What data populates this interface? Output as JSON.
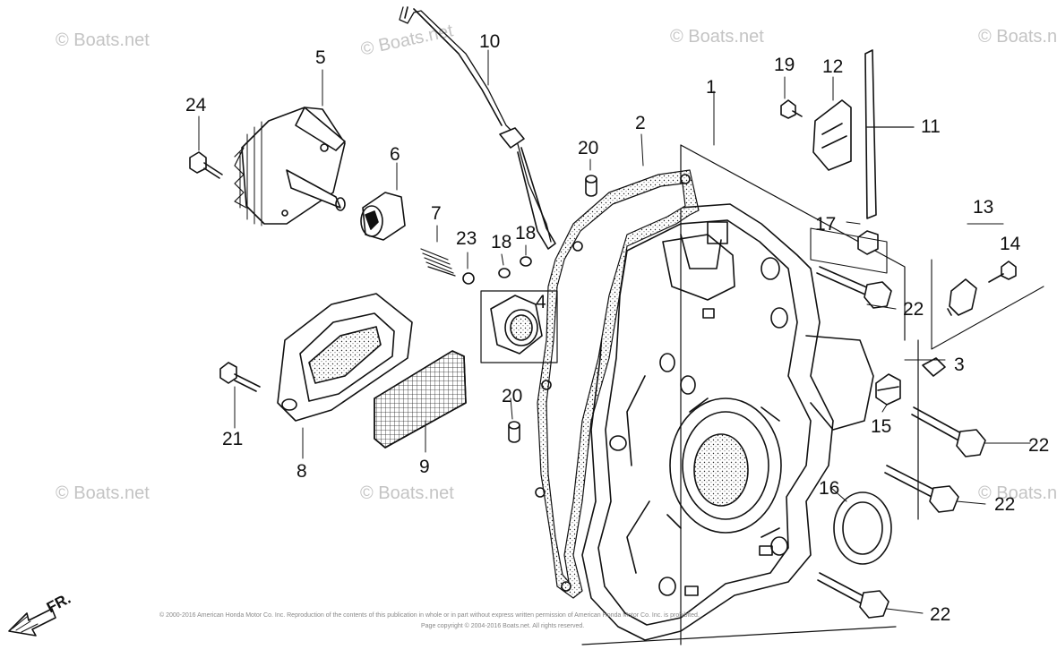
{
  "watermark": "© Boats.net",
  "direction_label": "FR.",
  "copyright": {
    "line1": "© 2000-2016 American Honda Motor Co. Inc. Reproduction of the contents of this publication in whole or in part without express written permission of American Honda Motor Co. Inc. is prohibited.",
    "line2": "Page copyright © 2004-2016 Boats.net. All rights reserved."
  },
  "callouts": [
    "1",
    "2",
    "3",
    "4",
    "5",
    "6",
    "7",
    "8",
    "9",
    "10",
    "11",
    "12",
    "13",
    "14",
    "15",
    "16",
    "17",
    "18",
    "18",
    "19",
    "20",
    "20",
    "21",
    "22",
    "22",
    "22",
    "22",
    "23",
    "24"
  ]
}
